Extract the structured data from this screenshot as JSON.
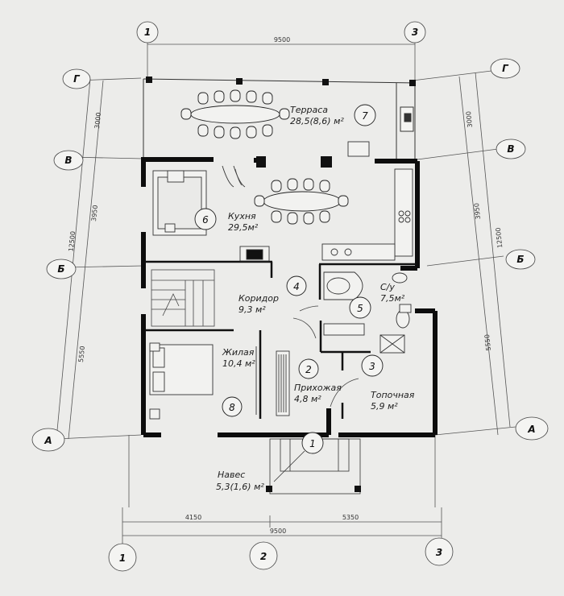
{
  "axes": {
    "top": [
      "1",
      "3"
    ],
    "bottom": [
      "1",
      "2",
      "3"
    ],
    "rows": [
      "Г",
      "В",
      "Б",
      "А"
    ]
  },
  "dimensions": {
    "top_total": "9500",
    "bottom_left": "4150",
    "bottom_right": "5350",
    "bottom_total": "9500",
    "left_1": "3000",
    "left_2": "3950",
    "left_total": "12500",
    "left_3": "5550",
    "right_1": "3000",
    "right_2": "3950",
    "right_total": "12500",
    "right_3": "5550"
  },
  "rooms": [
    {
      "num": "7",
      "name": "Терраса",
      "area": "28,5(8,6) м²"
    },
    {
      "num": "6",
      "name": "Кухня",
      "area": "29,5м²"
    },
    {
      "num": "4",
      "name": "Коридор",
      "area": "9,3 м²"
    },
    {
      "num": "5",
      "name": "С/у",
      "area": "7,5м²"
    },
    {
      "num": "3",
      "name": "Топочная",
      "area": "5,9 м²"
    },
    {
      "num": "2",
      "name": "Прихожая",
      "area": "4,8 м²"
    },
    {
      "num": "8",
      "name": "Жилая",
      "area": "10,4 м²"
    },
    {
      "num": "1",
      "name": "Навес",
      "area": "5,3(1,6) м²"
    }
  ]
}
